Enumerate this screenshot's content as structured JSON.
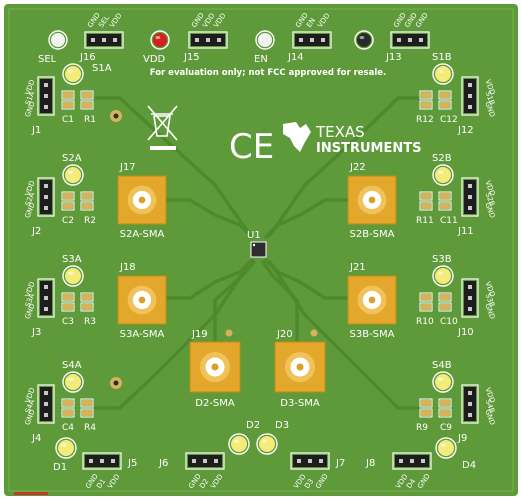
{
  "board": {
    "notice": "For evaluation only; not FCC approved for resale.",
    "brand_line1": "TEXAS",
    "brand_line2": "INSTRUMENTS",
    "ce_mark": "CE",
    "ic_label": "U1"
  },
  "indicator_labels": {
    "sel": "SEL",
    "vdd": "VDD",
    "en": "EN"
  },
  "connectors": [
    {
      "id": "J16",
      "pins": [
        "GND",
        "SEL",
        "VDD"
      ]
    },
    {
      "id": "J15",
      "pins": [
        "GND",
        "VDD",
        "VDD"
      ]
    },
    {
      "id": "J14",
      "pins": [
        "GND",
        "EN",
        "VDD"
      ]
    },
    {
      "id": "J13",
      "pins": [
        "GND",
        "GND",
        "GND"
      ]
    },
    {
      "id": "J1",
      "pins": [
        "VDD",
        "S1A",
        "GND"
      ]
    },
    {
      "id": "J2",
      "pins": [
        "VDD",
        "S2A",
        "GND"
      ]
    },
    {
      "id": "J3",
      "pins": [
        "VDD",
        "S3A",
        "GND"
      ]
    },
    {
      "id": "J4",
      "pins": [
        "VDD",
        "S4A",
        "GND"
      ]
    },
    {
      "id": "J12",
      "pins": [
        "VDD",
        "S1B",
        "GND"
      ]
    },
    {
      "id": "J11",
      "pins": [
        "VDD",
        "S2B",
        "GND"
      ]
    },
    {
      "id": "J10",
      "pins": [
        "VDD",
        "S3B",
        "GND"
      ]
    },
    {
      "id": "J9",
      "pins": [
        "VDD",
        "S4B",
        "GND"
      ]
    },
    {
      "id": "J5",
      "pins": [
        "GND",
        "D1",
        "VDD"
      ]
    },
    {
      "id": "J6",
      "pins": [
        "GND",
        "D2",
        "VDD"
      ]
    },
    {
      "id": "J7",
      "pins": [
        "VDD",
        "D3",
        "GND"
      ]
    },
    {
      "id": "J8",
      "pins": [
        "VDD",
        "D4",
        "GND"
      ]
    }
  ],
  "sma": [
    {
      "ref": "J17",
      "name": "S2A-SMA"
    },
    {
      "ref": "J18",
      "name": "S3A-SMA"
    },
    {
      "ref": "J22",
      "name": "S2B-SMA"
    },
    {
      "ref": "J21",
      "name": "S3B-SMA"
    },
    {
      "ref": "J19",
      "name": "D2-SMA"
    },
    {
      "ref": "J20",
      "name": "D3-SMA"
    }
  ],
  "leds": [
    "S1A",
    "S2A",
    "S3A",
    "S4A",
    "S1B",
    "S2B",
    "S3B",
    "S4B",
    "D1",
    "D2",
    "D3",
    "D4"
  ],
  "passives": [
    "C1",
    "R1",
    "C2",
    "R2",
    "C3",
    "R3",
    "C4",
    "R4",
    "R12",
    "C12",
    "R11",
    "C11",
    "R10",
    "C10",
    "R9",
    "C9"
  ],
  "colors": {
    "board": "#5f9a3a",
    "trace": "#4f8a2c",
    "silk": "#ffffff",
    "gold": "#e3a72b",
    "header": "#1d1d1d",
    "led_yellow": "#f3ec7a",
    "led_red": "#d42020",
    "led_white": "#f2f2f2",
    "led_black": "#2a2a2a",
    "pad": "#d7b25a"
  }
}
